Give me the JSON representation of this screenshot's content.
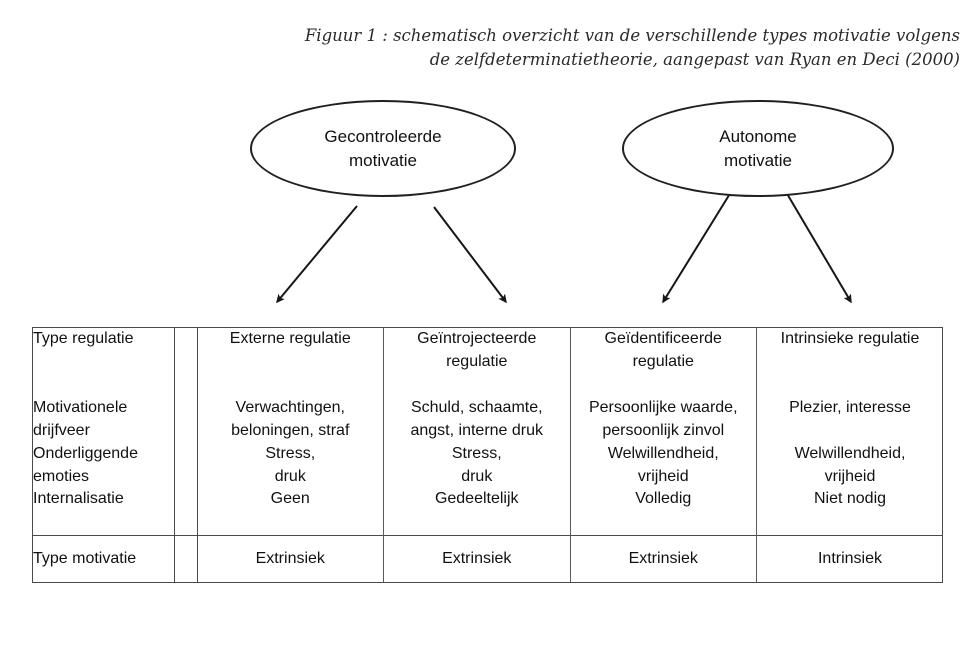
{
  "caption": {
    "lines": [
      "Figuur 1 : schematisch overzicht van de verschillende types motivatie volgens",
      "de zelfdeterminatietheorie, aangepast van Ryan en Deci (2000)"
    ]
  },
  "nodes": [
    {
      "id": "controlled",
      "line1": "Gecontroleerde",
      "line2": "motivatie"
    },
    {
      "id": "autonomous",
      "line1": "Autonome",
      "line2": "motivatie"
    }
  ],
  "table": {
    "row_labels": [
      "Type regulatie",
      "Motivationele\ndrijfveer",
      "Onderliggende\nemoties",
      "Internalisatie"
    ],
    "rows": [
      {
        "label_l1": "Type regulatie",
        "label_l2": "",
        "cells": [
          {
            "l1": "Externe regulatie",
            "l2": ""
          },
          {
            "l1": "Geïntrojecteerde",
            "l2": "regulatie"
          },
          {
            "l1": "Geïdentificeerde",
            "l2": "regulatie"
          },
          {
            "l1": "Intrinsieke regulatie",
            "l2": ""
          }
        ]
      },
      {
        "label_l1": "Motivationele",
        "label_l2": "drijfveer",
        "cells": [
          {
            "l1": "Verwachtingen,",
            "l2": "beloningen, straf"
          },
          {
            "l1": "Schuld, schaamte,",
            "l2": "angst, interne druk"
          },
          {
            "l1": "Persoonlijke waarde,",
            "l2": "persoonlijk zinvol"
          },
          {
            "l1": "Plezier, interesse",
            "l2": ""
          }
        ]
      },
      {
        "label_l1": "Onderliggende",
        "label_l2": "emoties",
        "cells": [
          {
            "l1": "Stress,",
            "l2": "druk"
          },
          {
            "l1": "Stress,",
            "l2": "druk"
          },
          {
            "l1": "Welwillendheid,",
            "l2": "vrijheid"
          },
          {
            "l1": "Welwillendheid,",
            "l2": "vrijheid"
          }
        ]
      },
      {
        "label_l1": "Internalisatie",
        "label_l2": "",
        "cells": [
          {
            "l1": "Geen",
            "l2": ""
          },
          {
            "l1": "Gedeeltelijk",
            "l2": ""
          },
          {
            "l1": "Volledig",
            "l2": ""
          },
          {
            "l1": "Niet nodig",
            "l2": ""
          }
        ]
      }
    ],
    "footer": {
      "label": "Type motivatie",
      "cells": [
        "Extrinsiek",
        "Extrinsiek",
        "Extrinsiek",
        "Intrinsiek"
      ]
    }
  },
  "colors": {
    "stroke": "#231f20",
    "table_border": "#4a4a4a",
    "text": "#111111",
    "background": "#ffffff"
  }
}
